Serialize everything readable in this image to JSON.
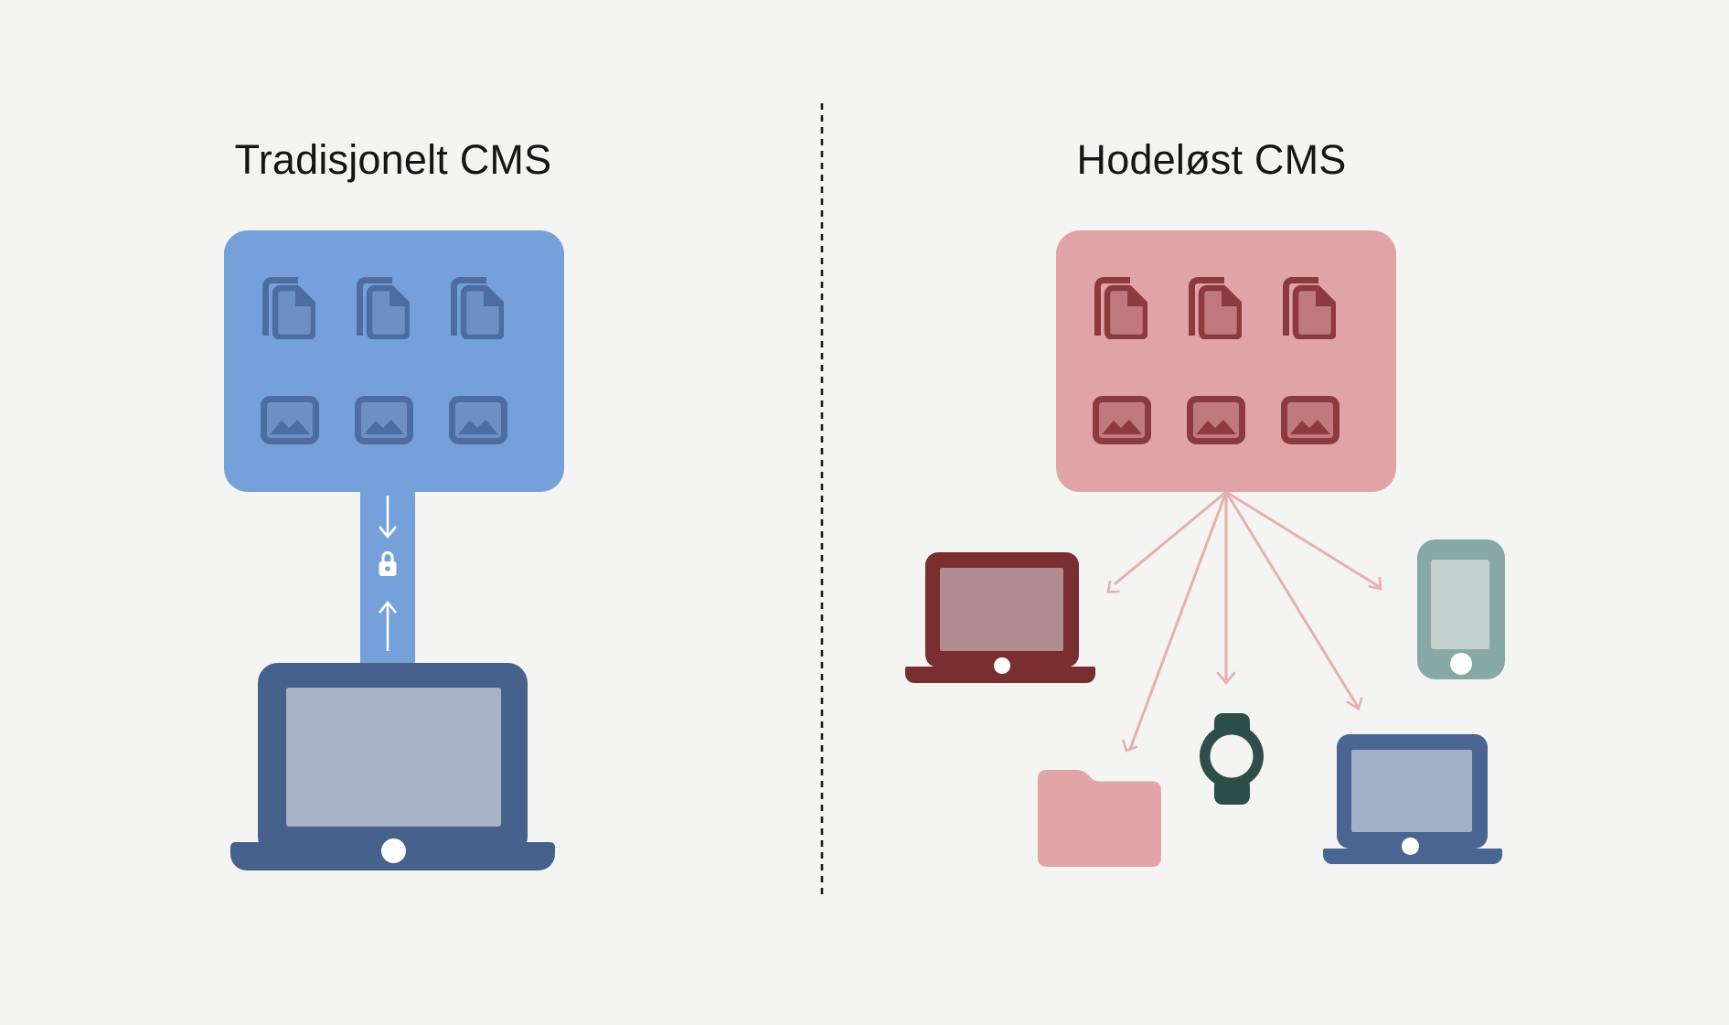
{
  "left": {
    "title": "Tradisjonelt CMS",
    "box_icons": [
      "copy-document-icon",
      "copy-document-icon",
      "copy-document-icon",
      "image-icon",
      "image-icon",
      "image-icon"
    ],
    "pipeline_icons": [
      "arrow-down-icon",
      "lock-icon",
      "arrow-up-icon"
    ],
    "device": "laptop-icon"
  },
  "right": {
    "title": "Hodeløst CMS",
    "box_icons": [
      "copy-document-icon",
      "copy-document-icon",
      "copy-document-icon",
      "image-icon",
      "image-icon",
      "image-icon"
    ],
    "devices": [
      "laptop-icon",
      "smartphone-icon",
      "folder-icon",
      "smartwatch-icon",
      "laptop-icon"
    ],
    "arrow_count": 5
  },
  "colors": {
    "bg": "#F4F4F3",
    "title": "#151515",
    "divider": "#1B1B1B",
    "white": "#FFFFFF",
    "blue-box": "#75A0DA",
    "blue-ic-stroke": "#4C6CA2",
    "blue-ic-fill": "#6C90C4",
    "left-laptop": "#45618C",
    "left-screen": "#A8B4C5",
    "pink-box": "#E1A4A6",
    "pink-ic-stroke": "#8C3A3D",
    "pink-ic-fill": "#C0797D",
    "arrow": "#E7AFAF",
    "maroon": "#7B2E30",
    "maroon-screen": "#B18B8F",
    "teal": "#87A9A5",
    "teal-screen": "#C4D2CF",
    "watch": "#2E4E4A",
    "watch-face": "#F4F4F3",
    "folder": "#E2A5A5",
    "right-laptop": "#4A6591",
    "right-screen": "#A3B1C8"
  }
}
